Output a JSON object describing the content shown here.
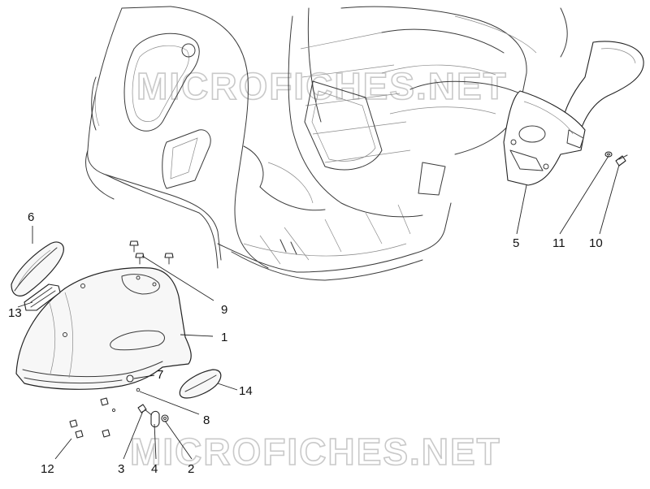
{
  "watermark": {
    "top_text": "MICROFICHES.NET",
    "bottom_text": "MICROFICHES.NET",
    "color": "#c9c9c9"
  },
  "callouts": {
    "c1": "1",
    "c2": "2",
    "c3": "3",
    "c4": "4",
    "c5": "5",
    "c6": "6",
    "c7": "7",
    "c8": "8",
    "c9": "9",
    "c10": "10",
    "c11": "11",
    "c12": "12",
    "c13": "13",
    "c14": "14"
  }
}
